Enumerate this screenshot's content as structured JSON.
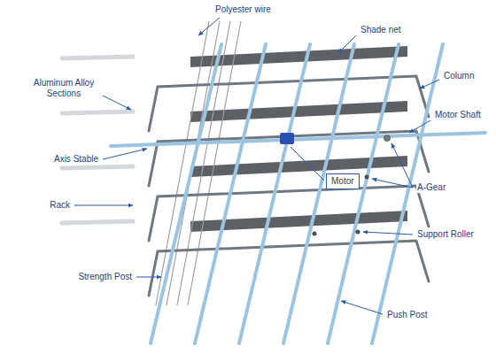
{
  "diagram": {
    "nodes": [
      {
        "text": [
          "Motor"
        ]
      }
    ],
    "labels": [
      "Polyester wire",
      "Shade net",
      "Column",
      "Aluminum Alloy Sections",
      "Motor Shaft",
      "Axis Stable",
      "A-Gear",
      "Rack",
      "Support Roller",
      "Strength Post",
      "Push Post"
    ]
  }
}
